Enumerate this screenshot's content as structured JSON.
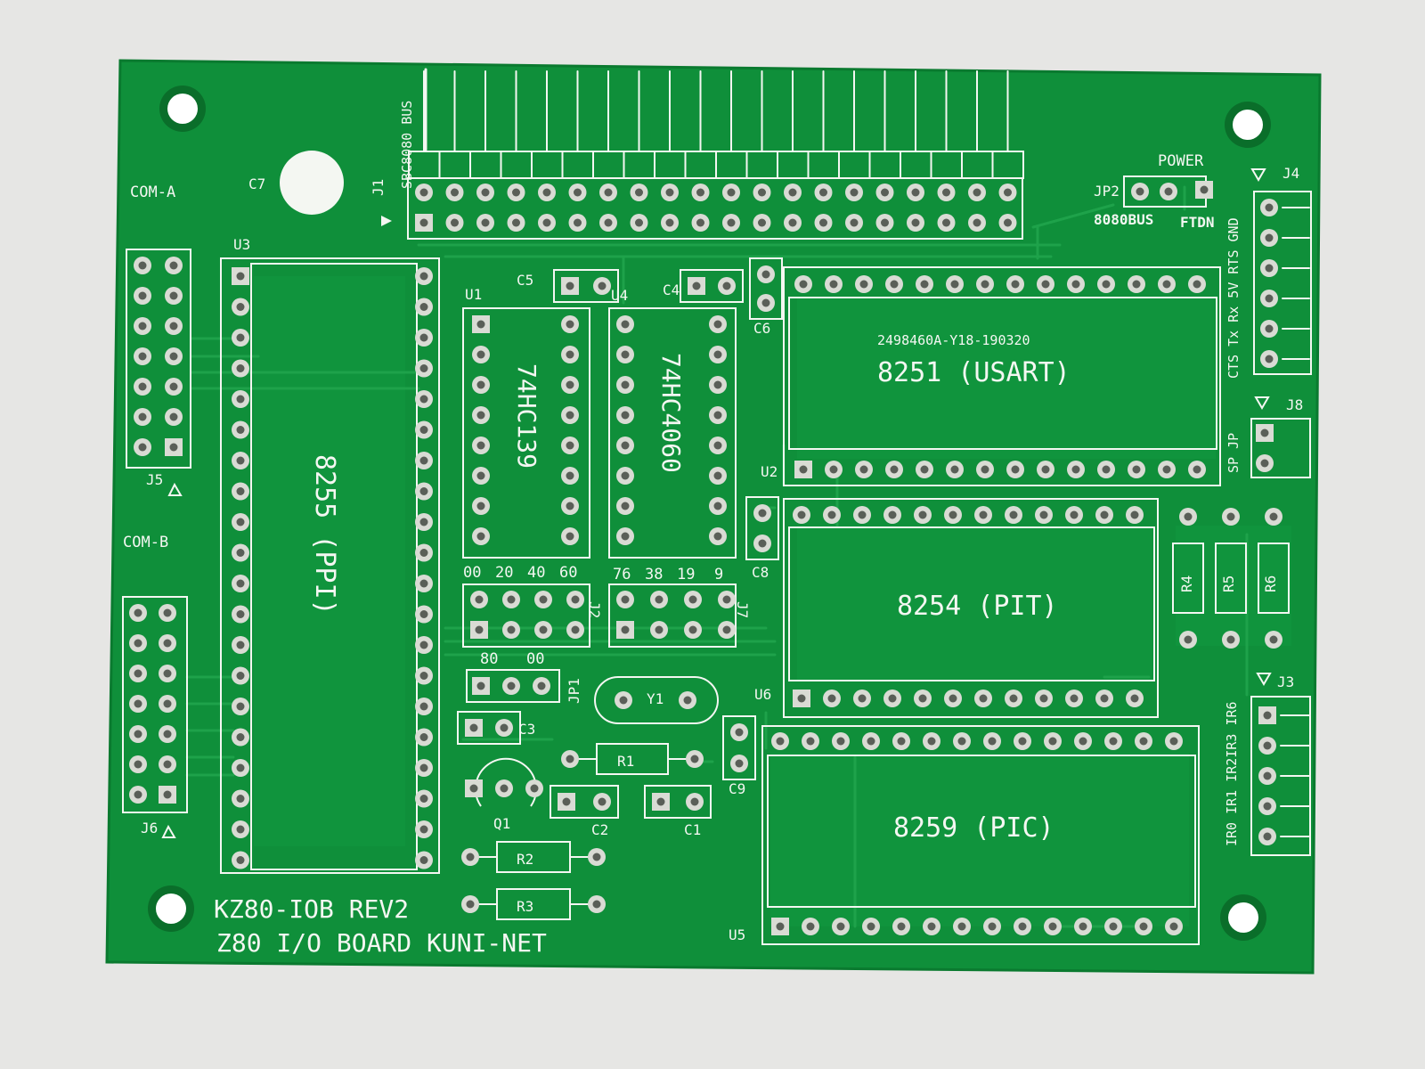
{
  "colors": {
    "background": "#e6e6e4",
    "board": "#0f8f3a",
    "trace": "#1ea24a",
    "silk": "#f4f7f2",
    "pad": "#d9dbd4",
    "drill": "#5a5f58"
  },
  "board": {
    "title_line1": "KZ80-IOB REV2",
    "title_line2": "Z80 I/O BOARD KUNI-NET",
    "lot_code": "2498460A-Y18-190320",
    "bus_label": "SBC8080 BUS",
    "power_label": "POWER",
    "jp2_left_label": "8080BUS",
    "jp2_right_label": "FTDN",
    "com_a": "COM-A",
    "com_b": "COM-B"
  },
  "ref_labels": {
    "u1": "U1",
    "u2": "U2",
    "u3": "U3",
    "u4": "U4",
    "u5": "U5",
    "u6": "U6",
    "j1": "J1",
    "j2": "J2",
    "j3": "J3",
    "j4": "J4",
    "j5": "J5",
    "j6": "J6",
    "j7": "J7",
    "j8": "J8",
    "jp1": "JP1",
    "jp2": "JP2",
    "c1": "C1",
    "c2": "C2",
    "c3": "C3",
    "c4": "C4",
    "c5": "C5",
    "c6": "C6",
    "c7": "C7",
    "c8": "C8",
    "c9": "C9",
    "r1": "R1",
    "r2": "R2",
    "r3": "R3",
    "r4": "R4",
    "r5": "R5",
    "r6": "R6",
    "q1": "Q1",
    "y1": "Y1"
  },
  "chips": {
    "u1": "74HC139",
    "u4": "74HC4060",
    "u3": "8255 (PPI)",
    "u2": "8251 (USART)",
    "u6": "8254 (PIT)",
    "u5": "8259 (PIC)"
  },
  "jumper_labels": {
    "j2_top": [
      "00",
      "20",
      "40",
      "60"
    ],
    "j7_top": [
      "76",
      "38",
      "19",
      "9"
    ],
    "jp1_bottom": [
      "80",
      "00"
    ]
  },
  "j4_pins": "CTS Tx Rx 5V RTS GND",
  "j8_pins": "SP JP",
  "j3_pins": "IR0 IR1 IR2IR3 IR6"
}
